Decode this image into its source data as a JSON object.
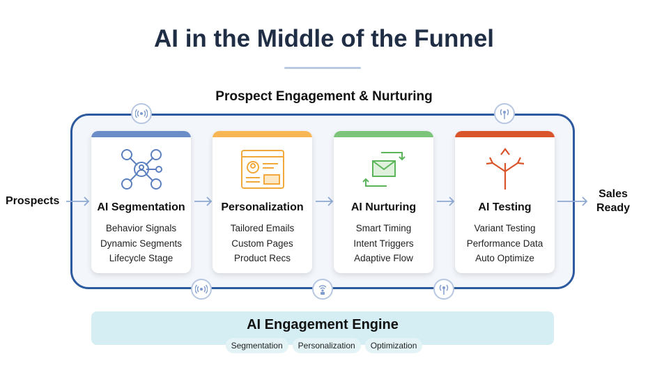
{
  "title": "AI in the Middle of the Funnel",
  "subtitle": "Prospect Engagement & Nurturing",
  "input_label": "Prospects",
  "output_label": [
    "Sales",
    "Ready"
  ],
  "stages": [
    {
      "title": "AI Segmentation",
      "icon": "network-users-icon",
      "color": "#6a8cc7",
      "items": [
        "Behavior Signals",
        "Dynamic Segments",
        "Lifecycle Stage"
      ]
    },
    {
      "title": "Personalization",
      "icon": "profile-page-icon",
      "color": "#f8b655",
      "items": [
        "Tailored Emails",
        "Custom Pages",
        "Product Recs"
      ]
    },
    {
      "title": "AI Nurturing",
      "icon": "email-cycle-icon",
      "color": "#7cc47a",
      "items": [
        "Smart Timing",
        "Intent Triggers",
        "Adaptive Flow"
      ]
    },
    {
      "title": "AI Testing",
      "icon": "split-arrows-icon",
      "color": "#d9532b",
      "items": [
        "Variant Testing",
        "Performance Data",
        "Auto Optimize"
      ]
    }
  ],
  "engine": {
    "title": "AI Engagement Engine",
    "pills": [
      "Segmentation",
      "Personalization",
      "Optimization"
    ]
  }
}
